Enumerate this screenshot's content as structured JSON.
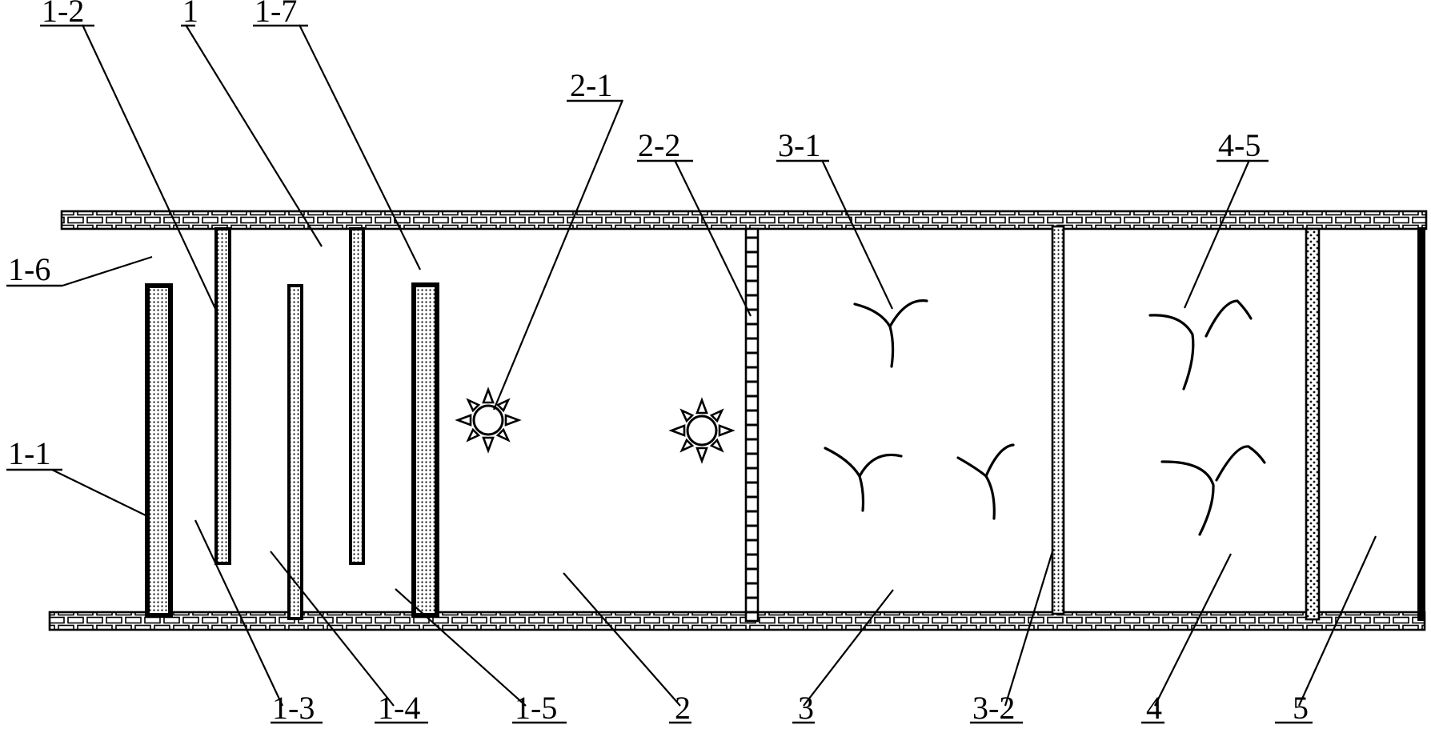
{
  "labels": {
    "l_1_2": "1-2",
    "l_1": "1",
    "l_1_7": "1-7",
    "l_2_1": "2-1",
    "l_2_2": "2-2",
    "l_3_1": "3-1",
    "l_4_5": "4-5",
    "l_1_6": "1-6",
    "l_1_1": "1-1",
    "l_1_3": "1-3",
    "l_1_4": "1-4",
    "l_1_5": "1-5",
    "l_2": "2",
    "l_3": "3",
    "l_3_2": "3-2",
    "l_4": "4",
    "l_5": "5"
  },
  "icons": {
    "aerator": "aerator-icon",
    "plant": "plant-icon"
  },
  "colors": {
    "ink": "#000000",
    "background": "#ffffff"
  }
}
